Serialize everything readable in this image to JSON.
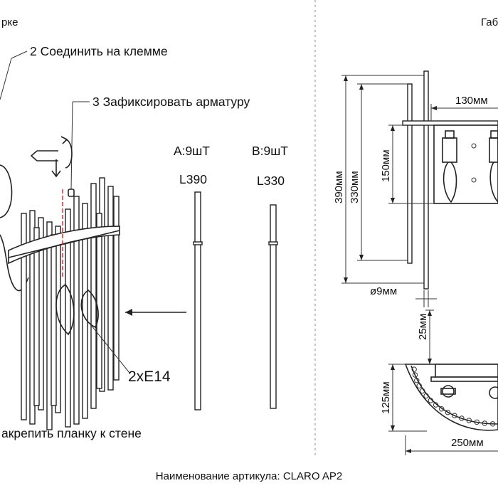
{
  "left_panel": {
    "partial_title": "рке",
    "step2": "2 Соединить на клемме",
    "step3": "3 Зафиксировать арматуру",
    "step1_partial": "акрепить планку к стене",
    "bulb_label": "2xE14"
  },
  "rods": {
    "a_label": "A:9шТ",
    "b_label": "B:9шТ",
    "a_length": "L390",
    "b_length": "L330"
  },
  "right_panel": {
    "partial_title": "Габ",
    "dim_width_top": "130мм",
    "dim_height_total": "390мм",
    "dim_height_inner": "330мм",
    "dim_height_plate": "150мм",
    "dim_diameter": "ø9мм",
    "dim_depth_gap": "25мм",
    "dim_depth": "125мм",
    "dim_width_bottom": "250мм"
  },
  "footer": {
    "article": "Наименование артикула: CLARO AP2"
  }
}
